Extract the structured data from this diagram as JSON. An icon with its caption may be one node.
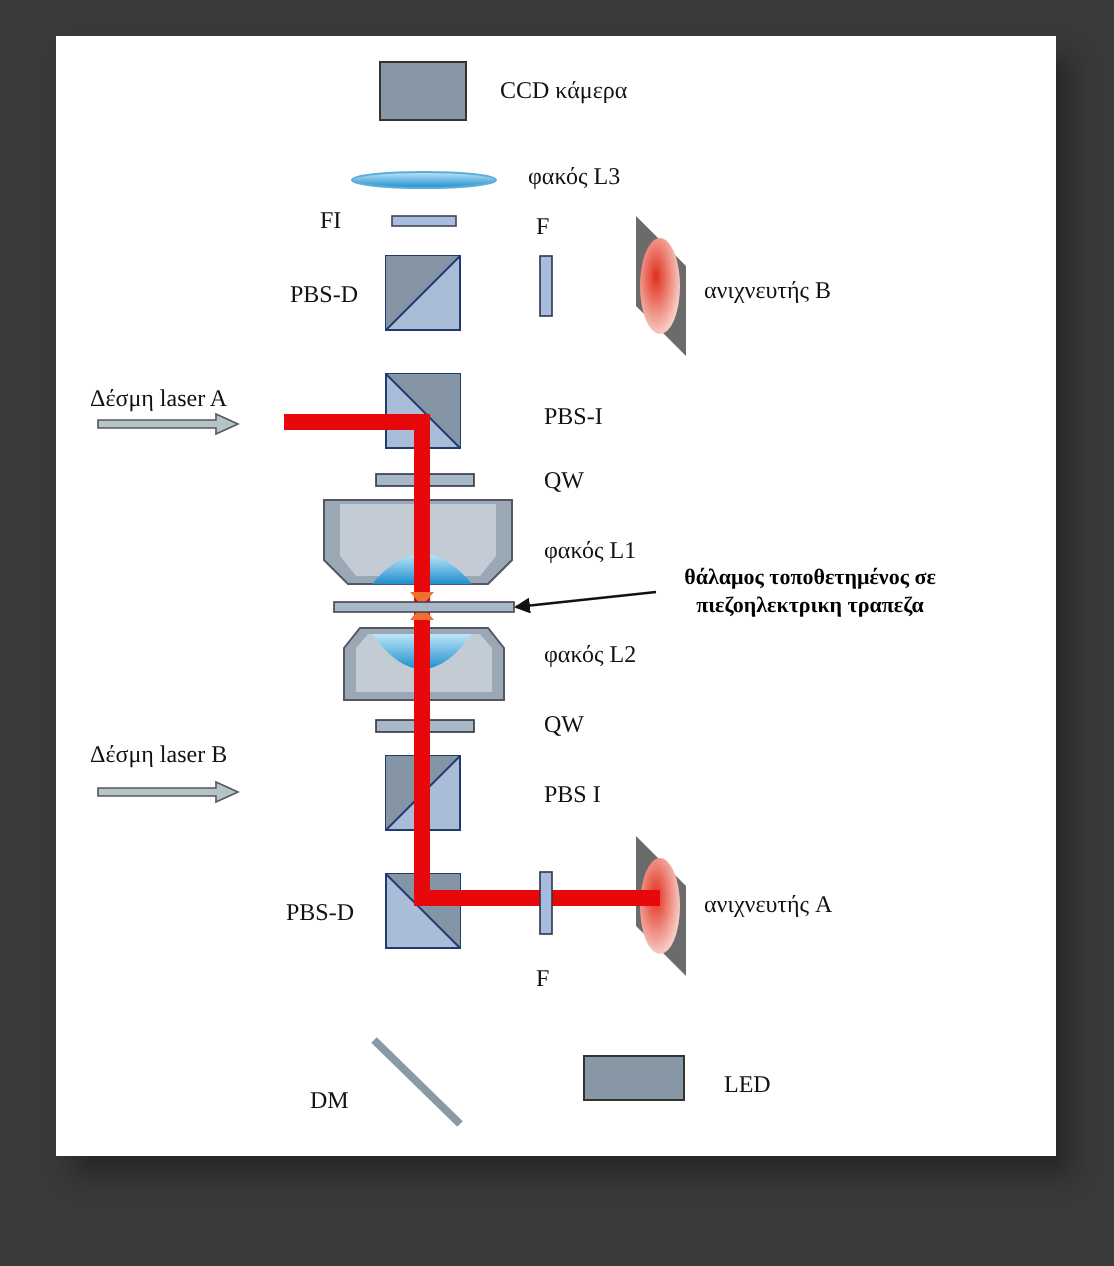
{
  "diagram": {
    "nodes": [
      {
        "text": [
          "θάλαμος τοποθετημένος σε πιεζοηλεκτρικη τραπεζα"
        ]
      },
      {
        "text": [],
        "shape": "bar"
      }
    ],
    "edges": [
      {
        "from": 0,
        "to": 1,
        "arrow": "to"
      }
    ],
    "labels": [
      "CCD κάμερα",
      "φακός L3",
      "FI",
      "F",
      "PBS-D",
      "ανιχνευτής B",
      "Δέσμη laser A",
      "PBS-I",
      "QW",
      "φακός L1",
      "φακός L2",
      "QW",
      "Δέσμη laser B",
      "PBS I",
      "PBS-D",
      "ανιχνευτής A",
      "F",
      "DM",
      "LED"
    ]
  }
}
